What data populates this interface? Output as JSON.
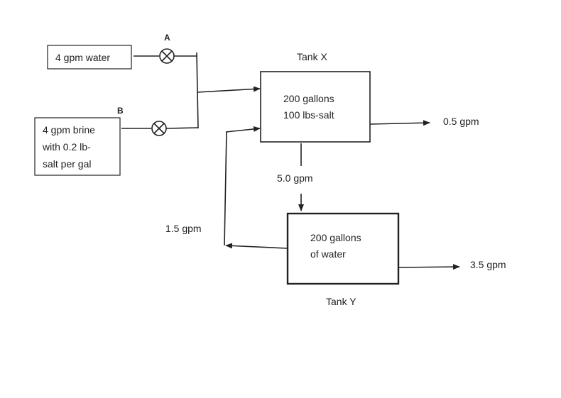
{
  "valves": {
    "a_label": "A",
    "b_label": "B"
  },
  "inlets": {
    "water": "4 gpm water",
    "brine_line1": "4 gpm brine",
    "brine_line2": "with 0.2 lb-",
    "brine_line3": "salt per gal"
  },
  "tank_x": {
    "name": "Tank X",
    "line1": "200 gallons",
    "line2": "100 lbs-salt",
    "outflow": "0.5 gpm"
  },
  "tank_y": {
    "name": "Tank Y",
    "line1": "200 gallons",
    "line2": "of water",
    "outflow": "3.5 gpm"
  },
  "flows": {
    "x_to_y": "5.0 gpm",
    "y_to_x": "1.5 gpm"
  }
}
